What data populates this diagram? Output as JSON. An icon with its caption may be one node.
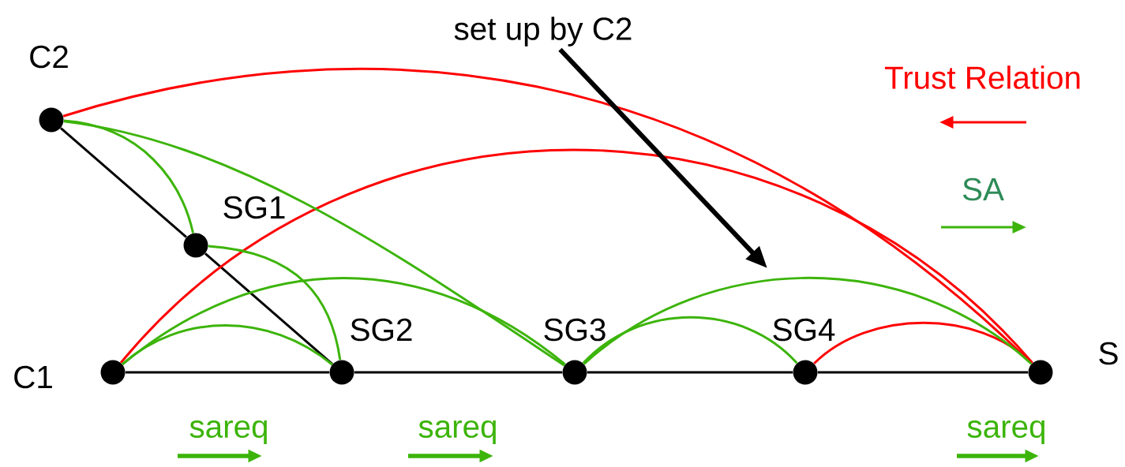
{
  "diagram": {
    "nodes": [
      {
        "text": [
          "C2"
        ]
      },
      {
        "text": [
          "SG1"
        ]
      },
      {
        "text": [
          "C1"
        ]
      },
      {
        "text": [
          "SG2"
        ]
      },
      {
        "text": [
          "SG3"
        ]
      },
      {
        "text": [
          "SG4"
        ]
      },
      {
        "text": [
          "S"
        ]
      },
      {
        "text": [
          "set up by C2"
        ]
      }
    ],
    "edges": [
      {
        "from": 2,
        "to": 3,
        "arrow": "none",
        "color": "#000000"
      },
      {
        "from": 3,
        "to": 4,
        "arrow": "none",
        "color": "#000000"
      },
      {
        "from": 4,
        "to": 5,
        "arrow": "none",
        "color": "#000000"
      },
      {
        "from": 5,
        "to": 6,
        "arrow": "none",
        "color": "#000000"
      },
      {
        "from": 0,
        "to": 1,
        "arrow": "none",
        "color": "#000000"
      },
      {
        "from": 1,
        "to": 3,
        "arrow": "none",
        "color": "#000000"
      },
      {
        "from": 0,
        "to": 6,
        "arrow": "none",
        "color": "#ff0000"
      },
      {
        "from": 2,
        "to": 6,
        "arrow": "none",
        "color": "#ff0000"
      },
      {
        "from": 5,
        "to": 6,
        "arrow": "none",
        "color": "#ff0000"
      },
      {
        "from": 0,
        "to": 1,
        "arrow": "none",
        "color": "#3cb40a"
      },
      {
        "from": 0,
        "to": 4,
        "arrow": "none",
        "color": "#3cb40a"
      },
      {
        "from": 1,
        "to": 3,
        "arrow": "none",
        "color": "#3cb40a"
      },
      {
        "from": 2,
        "to": 3,
        "arrow": "none",
        "color": "#3cb40a"
      },
      {
        "from": 2,
        "to": 4,
        "arrow": "none",
        "color": "#3cb40a"
      },
      {
        "from": 4,
        "to": 5,
        "arrow": "none",
        "color": "#3cb40a"
      },
      {
        "from": 4,
        "to": 6,
        "arrow": "none",
        "color": "#3cb40a"
      },
      {
        "from": 7,
        "to": null,
        "arrow": "to",
        "style": "thick",
        "color": "#000000"
      }
    ],
    "labels": [
      "sareq",
      "sareq",
      "sareq"
    ],
    "legend": [
      {
        "text": "Trust Relation"
      },
      {
        "text": "SA"
      }
    ]
  }
}
